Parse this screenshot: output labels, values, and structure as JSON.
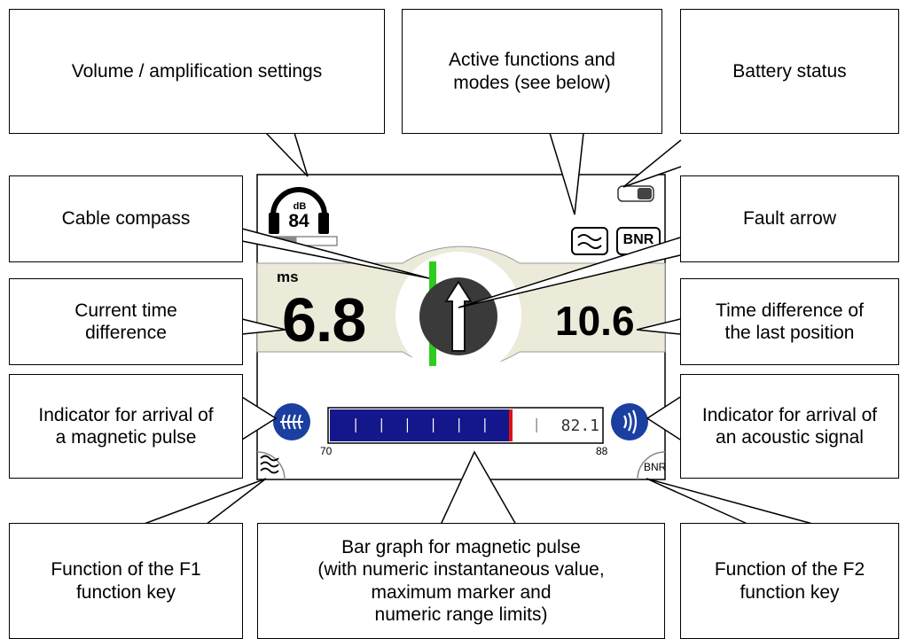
{
  "callouts": {
    "volume": "Volume / amplification settings",
    "active_functions": "Active functions and\nmodes (see below)",
    "battery": "Battery status",
    "cable_compass": "Cable compass",
    "fault_arrow": "Fault arrow",
    "current_time_diff": "Current time\ndifference",
    "last_time_diff": "Time difference of\nthe last position",
    "magnetic_indicator": "Indicator for arrival of\na magnetic pulse",
    "acoustic_indicator": "Indicator for arrival of\nan acoustic signal",
    "f1_key": "Function of the F1\nfunction key",
    "bar_graph": "Bar graph for magnetic pulse\n(with numeric instantaneous value,\nmaximum marker and\nnumeric range limits)",
    "f2_key": "Function of the F2\nfunction key"
  },
  "screen": {
    "volume_unit": "dB",
    "volume_value": "84",
    "volume_level": 0.35,
    "battery_level": 0.45,
    "mode_label": "BNR",
    "time_unit": "ms",
    "current_time": "6.8",
    "last_time": "10.6",
    "bar": {
      "min_label": "70",
      "max_label": "88",
      "value_label": "82.1",
      "value": 82.1,
      "max_marker": 82.0,
      "range": [
        70,
        88
      ]
    },
    "f2_label": "BNR",
    "colors": {
      "panel": "#ecebd9",
      "compass_green": "#2ecc1f",
      "bar_blue": "#14168c",
      "indicator_blue": "#1b3fa0",
      "max_marker": "#e01010",
      "knob": "#3a3a3a"
    },
    "icons": {
      "volume": "headphones-icon",
      "mode": "wave-icon",
      "magnetic": "magnetic-pulse-icon",
      "acoustic": "acoustic-signal-icon",
      "f1": "wave-icon",
      "fault": "fault-arrow-icon"
    }
  }
}
